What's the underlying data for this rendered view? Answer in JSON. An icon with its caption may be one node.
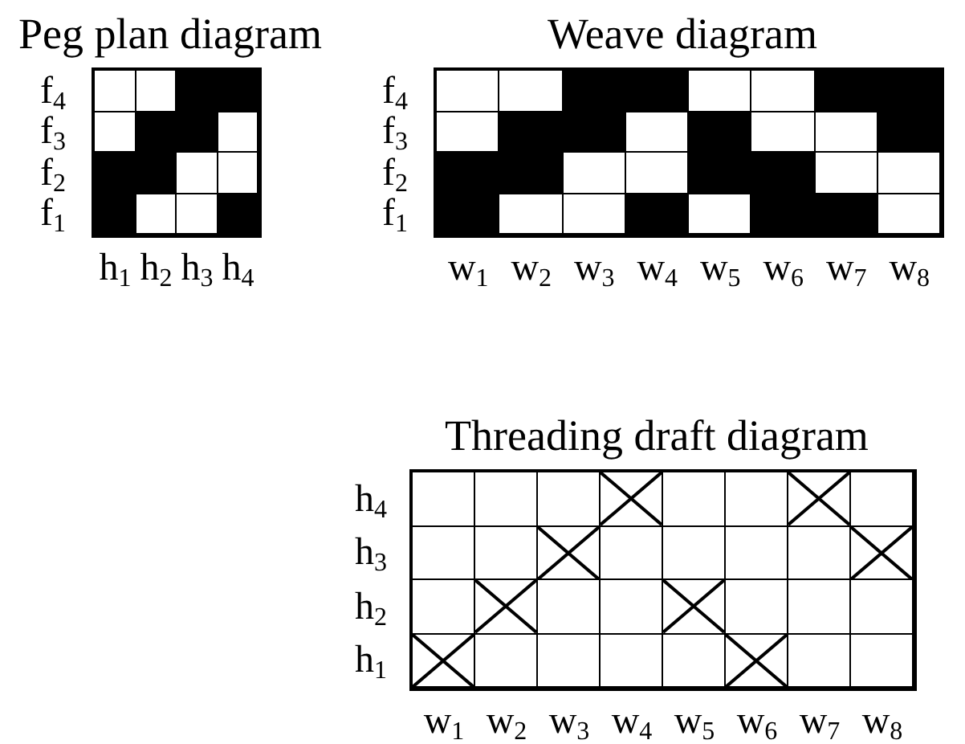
{
  "diagram": {
    "nodes": [
      {
        "text": [
          "Peg plan diagram"
        ]
      },
      {
        "text": [],
        "shape": "square",
        "in": 0
      },
      {
        "text": [],
        "shape": "square",
        "in": 0
      },
      {
        "text": [],
        "shape": "block",
        "in": 0
      },
      {
        "text": [],
        "shape": "block",
        "in": 0
      },
      {
        "text": [],
        "shape": "square",
        "in": 0
      },
      {
        "text": [],
        "shape": "block",
        "in": 0
      },
      {
        "text": [],
        "shape": "block",
        "in": 0
      },
      {
        "text": [],
        "shape": "square",
        "in": 0
      },
      {
        "text": [],
        "shape": "block",
        "in": 0
      },
      {
        "text": [],
        "shape": "block",
        "in": 0
      },
      {
        "text": [],
        "shape": "square",
        "in": 0
      },
      {
        "text": [],
        "shape": "square",
        "in": 0
      },
      {
        "text": [],
        "shape": "block",
        "in": 0
      },
      {
        "text": [],
        "shape": "square",
        "in": 0
      },
      {
        "text": [],
        "shape": "square",
        "in": 0
      },
      {
        "text": [],
        "shape": "block",
        "in": 0
      },
      {
        "text": [
          "Weave diagram"
        ]
      },
      {
        "text": [],
        "shape": "square",
        "in": 17
      },
      {
        "text": [],
        "shape": "square",
        "in": 17
      },
      {
        "text": [],
        "shape": "block",
        "in": 17
      },
      {
        "text": [],
        "shape": "block",
        "in": 17
      },
      {
        "text": [],
        "shape": "square",
        "in": 17
      },
      {
        "text": [],
        "shape": "square",
        "in": 17
      },
      {
        "text": [],
        "shape": "block",
        "in": 17
      },
      {
        "text": [],
        "shape": "block",
        "in": 17
      },
      {
        "text": [],
        "shape": "square",
        "in": 17
      },
      {
        "text": [],
        "shape": "block",
        "in": 17
      },
      {
        "text": [],
        "shape": "block",
        "in": 17
      },
      {
        "text": [],
        "shape": "square",
        "in": 17
      },
      {
        "text": [],
        "shape": "block",
        "in": 17
      },
      {
        "text": [],
        "shape": "square",
        "in": 17
      },
      {
        "text": [],
        "shape": "square",
        "in": 17
      },
      {
        "text": [],
        "shape": "block",
        "in": 17
      },
      {
        "text": [],
        "shape": "block",
        "in": 17
      },
      {
        "text": [],
        "shape": "block",
        "in": 17
      },
      {
        "text": [],
        "shape": "square",
        "in": 17
      },
      {
        "text": [],
        "shape": "square",
        "in": 17
      },
      {
        "text": [],
        "shape": "block",
        "in": 17
      },
      {
        "text": [],
        "shape": "block",
        "in": 17
      },
      {
        "text": [],
        "shape": "square",
        "in": 17
      },
      {
        "text": [],
        "shape": "square",
        "in": 17
      },
      {
        "text": [],
        "shape": "block",
        "in": 17
      },
      {
        "text": [],
        "shape": "square",
        "in": 17
      },
      {
        "text": [],
        "shape": "square",
        "in": 17
      },
      {
        "text": [],
        "shape": "block",
        "in": 17
      },
      {
        "text": [],
        "shape": "square",
        "in": 17
      },
      {
        "text": [],
        "shape": "block",
        "in": 17
      },
      {
        "text": [],
        "shape": "block",
        "in": 17
      },
      {
        "text": [],
        "shape": "square",
        "in": 17
      },
      {
        "text": [
          "Threading draft diagram"
        ]
      },
      {
        "text": [],
        "shape": "square",
        "in": 50
      },
      {
        "text": [],
        "shape": "square",
        "in": 50
      },
      {
        "text": [],
        "shape": "square",
        "in": 50
      },
      {
        "text": [],
        "shape": "cross",
        "in": 50
      },
      {
        "text": [],
        "shape": "square",
        "in": 50
      },
      {
        "text": [],
        "shape": "square",
        "in": 50
      },
      {
        "text": [],
        "shape": "cross",
        "in": 50
      },
      {
        "text": [],
        "shape": "square",
        "in": 50
      },
      {
        "text": [],
        "shape": "square",
        "in": 50
      },
      {
        "text": [],
        "shape": "square",
        "in": 50
      },
      {
        "text": [],
        "shape": "cross",
        "in": 50
      },
      {
        "text": [],
        "shape": "square",
        "in": 50
      },
      {
        "text": [],
        "shape": "square",
        "in": 50
      },
      {
        "text": [],
        "shape": "square",
        "in": 50
      },
      {
        "text": [],
        "shape": "square",
        "in": 50
      },
      {
        "text": [],
        "shape": "cross",
        "in": 50
      },
      {
        "text": [],
        "shape": "square",
        "in": 50
      },
      {
        "text": [],
        "shape": "cross",
        "in": 50
      },
      {
        "text": [],
        "shape": "square",
        "in": 50
      },
      {
        "text": [],
        "shape": "square",
        "in": 50
      },
      {
        "text": [],
        "shape": "cross",
        "in": 50
      },
      {
        "text": [],
        "shape": "square",
        "in": 50
      },
      {
        "text": [],
        "shape": "square",
        "in": 50
      },
      {
        "text": [],
        "shape": "square",
        "in": 50
      },
      {
        "text": [],
        "shape": "cross",
        "in": 50
      },
      {
        "text": [],
        "shape": "square",
        "in": 50
      },
      {
        "text": [],
        "shape": "square",
        "in": 50
      },
      {
        "text": [],
        "shape": "square",
        "in": 50
      },
      {
        "text": [],
        "shape": "square",
        "in": 50
      },
      {
        "text": [],
        "shape": "cross",
        "in": 50
      },
      {
        "text": [],
        "shape": "square",
        "in": 50
      },
      {
        "text": [],
        "shape": "square",
        "in": 50
      }
    ],
    "labels": [
      "f$_{4}$",
      "f$_{3}$",
      "f$_{2}$",
      "f$_{1}$",
      "h$_{1}$",
      "h$_{2}$",
      "h$_{3}$",
      "h$_{4}$",
      "f$_{4}$",
      "f$_{3}$",
      "f$_{2}$",
      "f$_{1}$",
      "w$_{1}$",
      "w$_{2}$",
      "w$_{3}$",
      "w$_{4}$",
      "w$_{5}$",
      "w$_{6}$",
      "w$_{7}$",
      "w$_{8}$",
      "h$_{4}$",
      "h$_{3}$",
      "h$_{2}$",
      "h$_{1}$",
      "w$_{1}$",
      "w$_{2}$",
      "w$_{3}$",
      "w$_{4}$",
      "w$_{5}$",
      "w$_{6}$",
      "w$_{7}$",
      "w$_{8}$"
    ]
  }
}
